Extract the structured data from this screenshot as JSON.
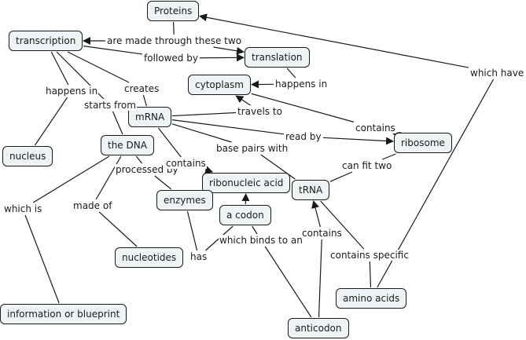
{
  "concept_map": {
    "concepts": [
      {
        "id": "proteins",
        "label": "Proteins"
      },
      {
        "id": "transcription",
        "label": "transcription"
      },
      {
        "id": "translation",
        "label": "translation"
      },
      {
        "id": "cytoplasm",
        "label": "cytoplasm"
      },
      {
        "id": "mrna",
        "label": "mRNA"
      },
      {
        "id": "nucleus",
        "label": "nucleus"
      },
      {
        "id": "the_dna",
        "label": "the DNA"
      },
      {
        "id": "ribosome",
        "label": "ribosome"
      },
      {
        "id": "ribonucleic_acid",
        "label": "ribonucleic acid"
      },
      {
        "id": "trna",
        "label": "tRNA"
      },
      {
        "id": "enzymes",
        "label": "enzymes"
      },
      {
        "id": "a_codon",
        "label": "a codon"
      },
      {
        "id": "nucleotides",
        "label": "nucleotides"
      },
      {
        "id": "amino_acids",
        "label": "amino acids"
      },
      {
        "id": "information_or_blueprint",
        "label": "information or blueprint"
      },
      {
        "id": "anticodon",
        "label": "anticodon"
      }
    ],
    "linking_phrases": [
      {
        "id": "are_made_through",
        "label": "are made through these two"
      },
      {
        "id": "followed_by",
        "label": "followed by"
      },
      {
        "id": "happens_in_translation",
        "label": "happens in"
      },
      {
        "id": "which_have",
        "label": "which have"
      },
      {
        "id": "happens_in_transcription",
        "label": "happens in"
      },
      {
        "id": "creates",
        "label": "creates"
      },
      {
        "id": "starts_from",
        "label": "starts from"
      },
      {
        "id": "travels_to",
        "label": "travels to"
      },
      {
        "id": "contains_cytoplasm",
        "label": "contains"
      },
      {
        "id": "read_by",
        "label": "read by"
      },
      {
        "id": "base_pairs_with",
        "label": "base pairs with"
      },
      {
        "id": "can_fit_two",
        "label": "can fit two"
      },
      {
        "id": "processed_by",
        "label": "processed by"
      },
      {
        "id": "contains_mrna",
        "label": "contains"
      },
      {
        "id": "which_is",
        "label": "which is"
      },
      {
        "id": "made_of",
        "label": "made of"
      },
      {
        "id": "has",
        "label": "has"
      },
      {
        "id": "which_binds_to_an",
        "label": "which binds to an"
      },
      {
        "id": "contains_anticodon",
        "label": "contains"
      },
      {
        "id": "contains_specific",
        "label": "contains specific"
      }
    ],
    "connections": [
      {
        "from": "proteins",
        "to": "are_made_through"
      },
      {
        "from": "are_made_through",
        "to": "transcription",
        "arrow": true
      },
      {
        "from": "are_made_through",
        "to": "translation",
        "arrow": true
      },
      {
        "from": "transcription",
        "to": "followed_by"
      },
      {
        "from": "followed_by",
        "to": "translation",
        "arrow": true
      },
      {
        "from": "translation",
        "to": "happens_in_translation"
      },
      {
        "from": "happens_in_translation",
        "to": "cytoplasm",
        "arrow": true
      },
      {
        "from": "amino_acids",
        "to": "which_have"
      },
      {
        "from": "which_have",
        "to": "proteins",
        "arrow": true
      },
      {
        "from": "transcription",
        "to": "happens_in_transcription"
      },
      {
        "from": "happens_in_transcription",
        "to": "nucleus"
      },
      {
        "from": "transcription",
        "to": "creates"
      },
      {
        "from": "creates",
        "to": "mrna"
      },
      {
        "from": "transcription",
        "to": "starts_from"
      },
      {
        "from": "starts_from",
        "to": "the_dna"
      },
      {
        "from": "mrna",
        "to": "travels_to"
      },
      {
        "from": "travels_to",
        "to": "cytoplasm",
        "arrow": true
      },
      {
        "from": "cytoplasm",
        "to": "contains_cytoplasm"
      },
      {
        "from": "contains_cytoplasm",
        "to": "ribosome",
        "arrow": true
      },
      {
        "from": "mrna",
        "to": "read_by"
      },
      {
        "from": "read_by",
        "to": "ribosome",
        "arrow": true
      },
      {
        "from": "mrna",
        "to": "base_pairs_with"
      },
      {
        "from": "base_pairs_with",
        "to": "trna"
      },
      {
        "from": "ribosome",
        "to": "can_fit_two"
      },
      {
        "from": "can_fit_two",
        "to": "trna"
      },
      {
        "from": "the_dna",
        "to": "processed_by"
      },
      {
        "from": "processed_by",
        "to": "enzymes"
      },
      {
        "from": "mrna",
        "to": "contains_mrna"
      },
      {
        "from": "contains_mrna",
        "to": "ribonucleic_acid",
        "arrow": true
      },
      {
        "from": "the_dna",
        "to": "which_is"
      },
      {
        "from": "which_is",
        "to": "information_or_blueprint"
      },
      {
        "from": "the_dna",
        "to": "made_of"
      },
      {
        "from": "made_of",
        "to": "nucleotides"
      },
      {
        "from": "enzymes",
        "to": "has"
      },
      {
        "from": "has",
        "to": "a_codon"
      },
      {
        "from": "a_codon",
        "to": "ribonucleic_acid",
        "arrow": true
      },
      {
        "from": "a_codon",
        "to": "which_binds_to_an"
      },
      {
        "from": "which_binds_to_an",
        "to": "anticodon"
      },
      {
        "from": "anticodon",
        "to": "contains_anticodon"
      },
      {
        "from": "contains_anticodon",
        "to": "trna",
        "arrow": true
      },
      {
        "from": "trna",
        "to": "contains_specific"
      },
      {
        "from": "contains_specific",
        "to": "amino_acids"
      }
    ]
  },
  "colors": {
    "node_fill": "#eef3f6",
    "node_border": "#1a1a1a",
    "line": "#1a1a1a",
    "background": "#ffffff"
  }
}
